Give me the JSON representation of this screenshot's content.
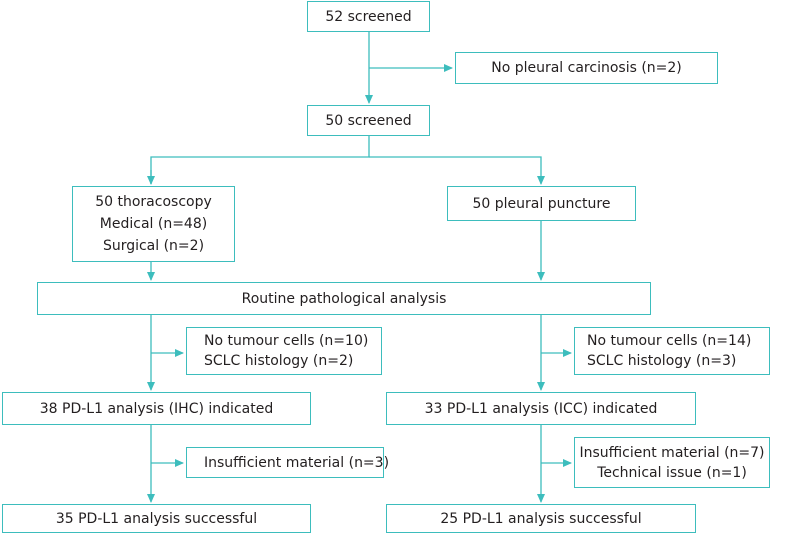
{
  "flowchart": {
    "screened_52": "52 screened",
    "excluded_no_carcinosis": "No pleural carcinosis (n=2)",
    "screened_50": "50 screened",
    "thoracoscopy": {
      "title": "50 thoracoscopy",
      "medical": "Medical (n=48)",
      "surgical": "Surgical (n=2)"
    },
    "pleural_puncture": "50 pleural puncture",
    "routine_analysis": "Routine pathological analysis",
    "ihc_exclusions": {
      "no_tumour": "No tumour cells (n=10)",
      "sclc": "SCLC histology (n=2)"
    },
    "icc_exclusions": {
      "no_tumour": "No tumour cells (n=14)",
      "sclc": "SCLC histology (n=3)"
    },
    "ihc_indicated": "38 PD-L1 analysis (IHC) indicated",
    "icc_indicated": "33 PD-L1 analysis (ICC) indicated",
    "ihc_insufficient": "Insufficient material (n=3)",
    "icc_failures": {
      "insufficient": "Insufficient material (n=7)",
      "technical": "Technical issue (n=1)"
    },
    "ihc_success": "35 PD-L1 analysis successful",
    "icc_success": "25 PD-L1 analysis successful"
  },
  "colors": {
    "line": "#3dbdbd",
    "text": "#231f20"
  }
}
